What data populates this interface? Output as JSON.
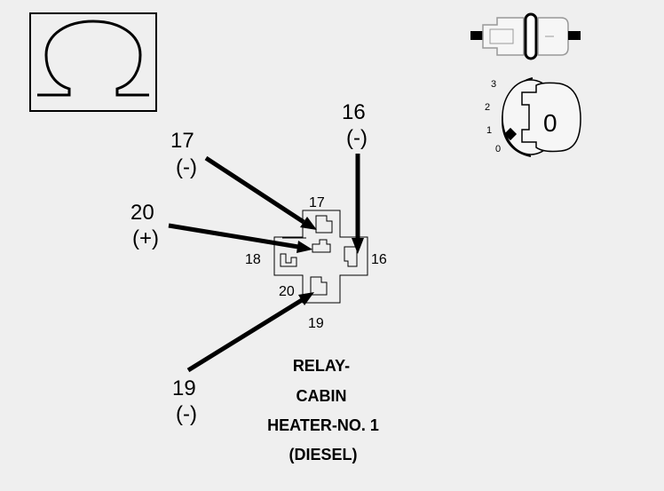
{
  "callouts": {
    "c17": {
      "num": "17",
      "sign": "(-)"
    },
    "c16": {
      "num": "16",
      "sign": "(-)"
    },
    "c20": {
      "num": "20",
      "sign": "(+)"
    },
    "c19": {
      "num": "19",
      "sign": "(-)"
    }
  },
  "pins": {
    "p17": "17",
    "p16": "16",
    "p18": "18",
    "p20": "20",
    "p19": "19"
  },
  "ignition": {
    "positions": [
      "3",
      "2",
      "1",
      "0"
    ],
    "key_position": "0"
  },
  "title": {
    "lines": [
      "RELAY-",
      "CABIN",
      "HEATER-NO. 1",
      "(DIESEL)"
    ]
  },
  "icons": [
    "ohm-icon",
    "connector-icon",
    "ignition-key-icon"
  ]
}
